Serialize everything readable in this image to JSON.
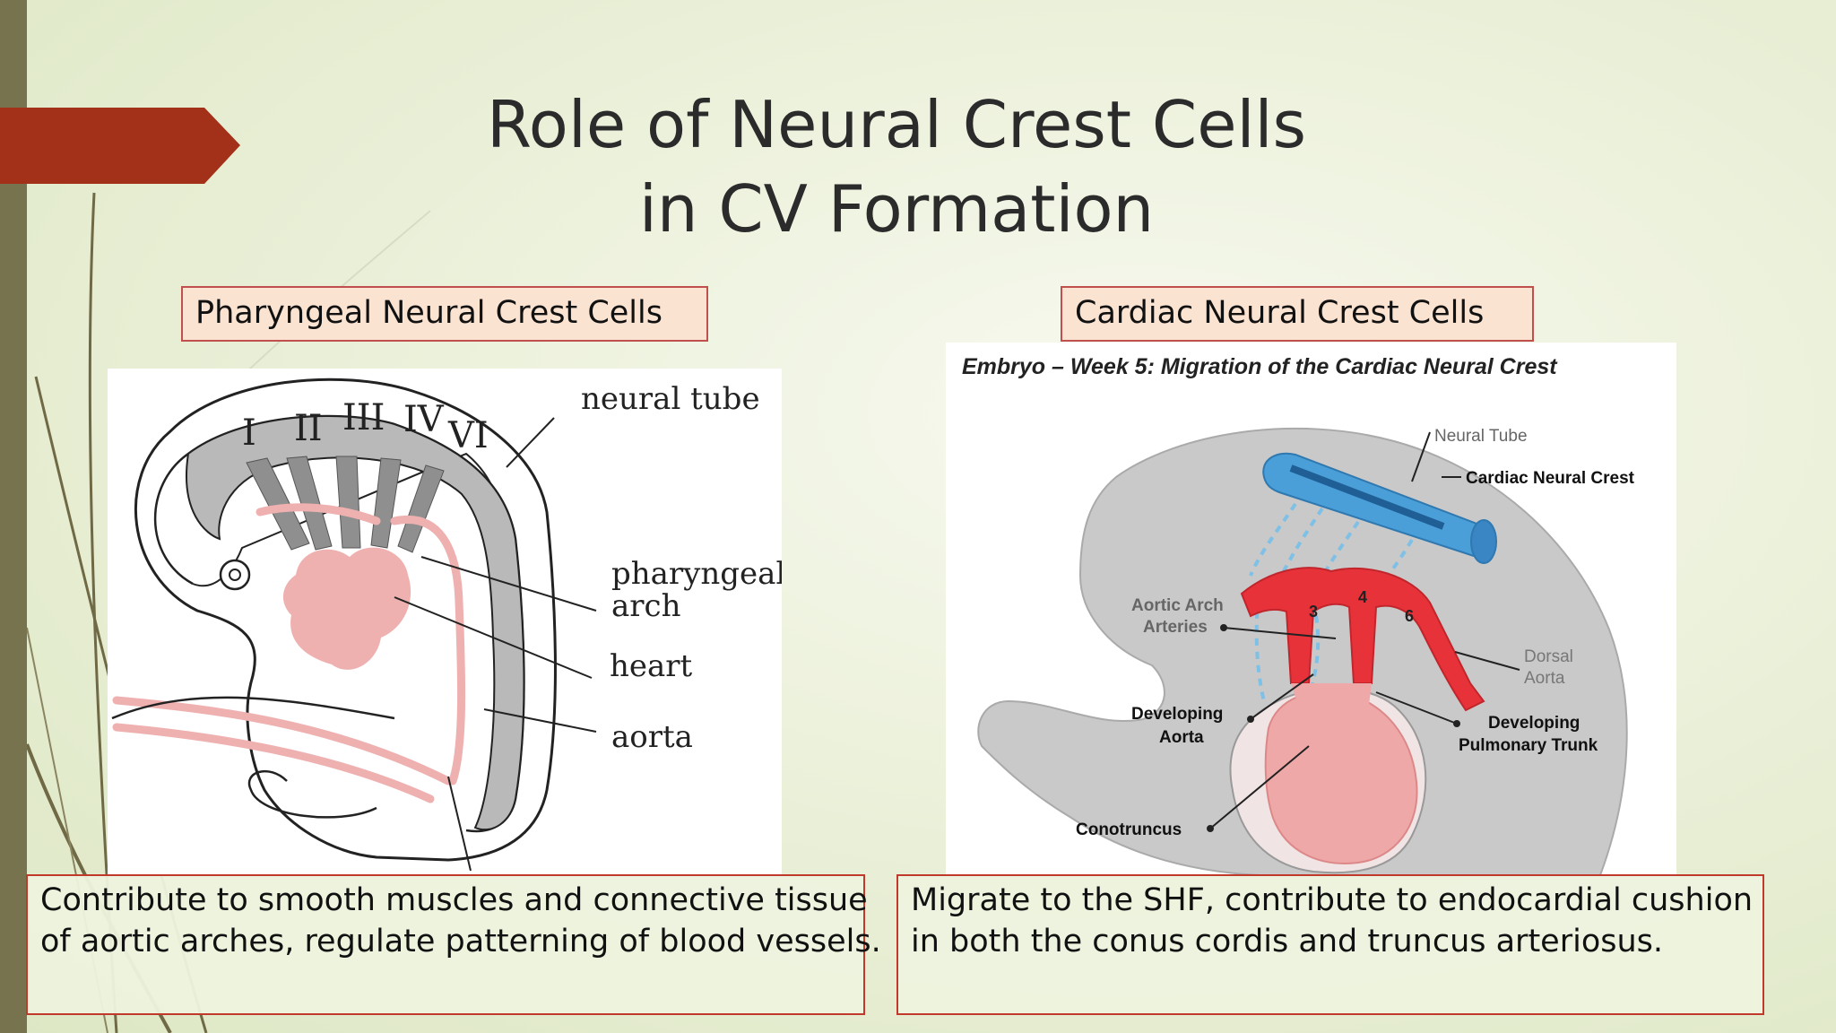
{
  "slide": {
    "title_lines": [
      "Role of Neural Crest Cells",
      "in CV Formation"
    ]
  },
  "left_panel": {
    "label": "Pharyngeal Neural Crest Cells",
    "figure": {
      "arch_numerals": [
        "I",
        "II",
        "III",
        "IV",
        "VI"
      ],
      "labels": {
        "neural_tube": "neural tube",
        "pharyngeal_arch_line1": "pharyngeal",
        "pharyngeal_arch_line2": "arch",
        "heart": "heart",
        "aorta": "aorta"
      }
    },
    "description_lines": [
      "Contribute to smooth muscles and connective tissue",
      "of aortic arches, regulate patterning of blood vessels."
    ]
  },
  "right_panel": {
    "label": "Cardiac Neural Crest Cells",
    "figure": {
      "title": "Embryo – Week 5: Migration of the Cardiac Neural Crest",
      "arch_numbers": [
        "3",
        "4",
        "6"
      ],
      "labels": {
        "neural_tube": "Neural Tube",
        "cardiac_neural_crest": "Cardiac Neural Crest",
        "aortic_arch_line1": "Aortic Arch",
        "aortic_arch_line2": "Arteries",
        "dorsal_aorta_line1": "Dorsal",
        "dorsal_aorta_line2": "Aorta",
        "developing_aorta_line1": "Developing",
        "developing_aorta_line2": "Aorta",
        "developing_pulmonary_line1": "Developing",
        "developing_pulmonary_line2": "Pulmonary Trunk",
        "conotruncus": "Conotruncus"
      }
    },
    "description_lines": [
      "Migrate to the SHF, contribute to endocardial cushion",
      "in both the conus cordis and truncus arteriosus."
    ]
  },
  "colors": {
    "accent_red": "#a3311a",
    "box_border": "#c0504d",
    "label_fill": "#fbe3d2",
    "sidebar": "#78734f",
    "vessel_red": "#e8323a",
    "neural_blue": "#4a9fd8",
    "embryo_gray": "#c9c9c9",
    "heart_pink": "#efa8a8"
  }
}
